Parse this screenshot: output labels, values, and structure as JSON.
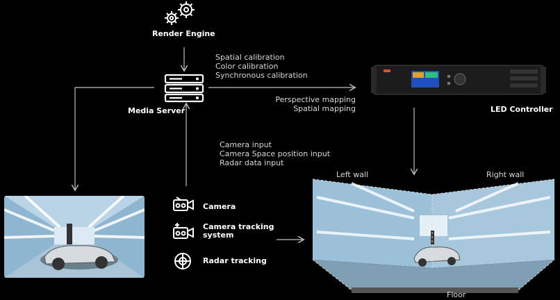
{
  "render_engine": {
    "label": "Render Engine",
    "icon": "gears-icon"
  },
  "media_server": {
    "label": "Media Server",
    "icon": "server-icon"
  },
  "led_controller": {
    "label": "LED Controller"
  },
  "calibration_lines": [
    "Spatial calibration",
    "Color calibration",
    "Synchronous calibration"
  ],
  "mapping_lines": [
    "Perspective mapping",
    "Spatial mapping"
  ],
  "input_lines": [
    "Camera input",
    "Camera Space position input",
    "Radar data input"
  ],
  "devices": [
    {
      "label": "Camera",
      "icon": "camera-icon"
    },
    {
      "label": "Camera tracking system",
      "icon": "camera-tracking-icon"
    },
    {
      "label": "Radar tracking",
      "icon": "radar-icon"
    }
  ],
  "stage": {
    "left_wall": "Left wall",
    "right_wall": "Right wall",
    "floor": "Floor"
  },
  "colors": {
    "line": "#bfbfbf",
    "background": "#000000",
    "led_screen": "#e05030"
  }
}
